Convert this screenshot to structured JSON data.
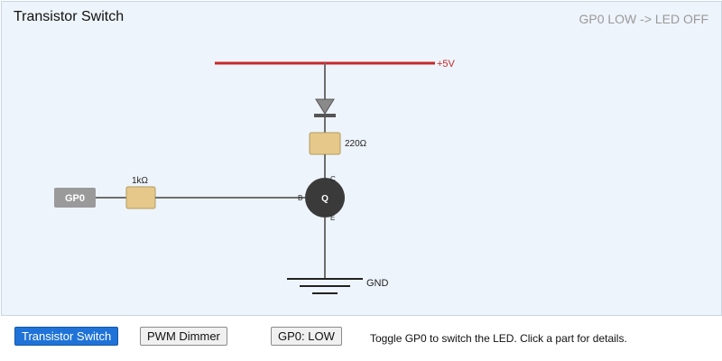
{
  "header": {
    "title": "Transistor Switch",
    "status": "GP0 LOW -> LED OFF"
  },
  "diagram": {
    "supply_label": "+5V",
    "led_resistor_label": "220Ω",
    "base_resistor_label": "1kΩ",
    "input_label": "GP0",
    "transistor_label": "Q",
    "pin_collector": "C",
    "pin_base": "B",
    "pin_emitter": "E",
    "ground_label": "GND",
    "colors": {
      "supply_rail": "#c62828",
      "wire": "#6e6e6e",
      "resistor_fill": "#e6c98a",
      "transistor": "#3a3a3a",
      "input_pin": "#9a9a9a"
    }
  },
  "controls": {
    "buttons": [
      {
        "label": "Transistor Switch",
        "active": true
      },
      {
        "label": "PWM Dimmer",
        "active": false
      },
      {
        "label": "GP0: LOW",
        "active": false
      }
    ],
    "hint": "Toggle GP0 to switch the LED. Click a part for details."
  }
}
